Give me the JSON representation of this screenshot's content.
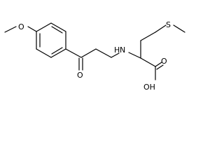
{
  "molecule": {
    "atom_labels": {
      "methoxy_oxygen": "O",
      "ketone_oxygen": "O",
      "amine": "N",
      "amine_hydrogen": "H",
      "sulfur": "S",
      "carbonyl_oxygen": "O",
      "hydroxyl": "OH"
    },
    "colors": {
      "bond": "#000000",
      "label": "#000000",
      "background": "#ffffff"
    }
  }
}
